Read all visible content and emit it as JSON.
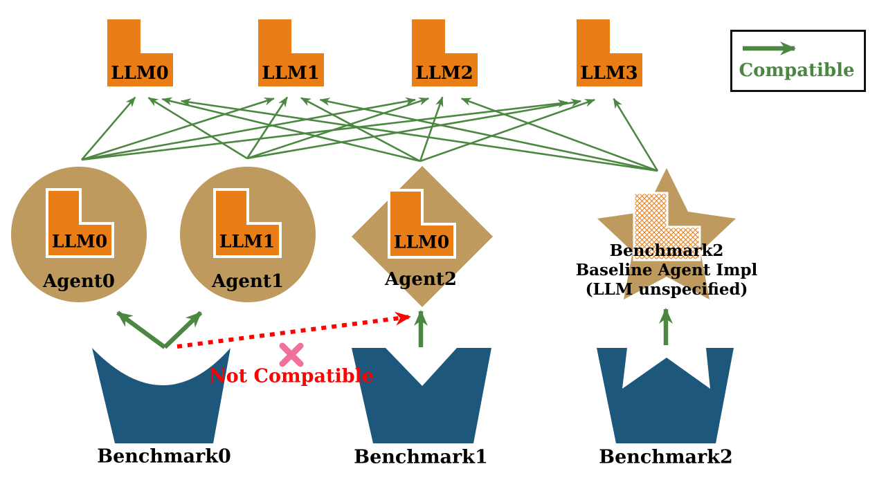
{
  "llms": [
    {
      "id": "llm0",
      "label": "LLM0"
    },
    {
      "id": "llm1",
      "label": "LLM1"
    },
    {
      "id": "llm2",
      "label": "LLM2"
    },
    {
      "id": "llm3",
      "label": "LLM3"
    }
  ],
  "agents": [
    {
      "id": "agent0",
      "name": "Agent0",
      "llm": "LLM0",
      "shape": "circle"
    },
    {
      "id": "agent1",
      "name": "Agent1",
      "llm": "LLM1",
      "shape": "circle"
    },
    {
      "id": "agent2",
      "name": "Agent2",
      "llm": "LLM0",
      "shape": "diamond"
    }
  ],
  "baseline_agent": {
    "id": "baseline",
    "lines": [
      "Benchmark2",
      "Baseline Agent Impl",
      "(LLM unspecified)"
    ],
    "shape": "star",
    "llm": "unspecified"
  },
  "benchmarks": [
    {
      "id": "benchmark0",
      "name": "Benchmark0"
    },
    {
      "id": "benchmark1",
      "name": "Benchmark1"
    },
    {
      "id": "benchmark2",
      "name": "Benchmark2"
    }
  ],
  "legend": {
    "compatible": "Compatible",
    "not_compatible": "Not Compatible"
  },
  "colors": {
    "llm_orange": "#E87E15",
    "agent_tan": "#BE9A5E",
    "benchmark_blue": "#1D587C",
    "compatible_green": "#4C8742",
    "not_compatible_red": "#FE0101",
    "x_pink": "#F0709E"
  },
  "edges": {
    "agent_llm": [
      [
        "agent0",
        "llm0"
      ],
      [
        "agent0",
        "llm1"
      ],
      [
        "agent0",
        "llm2"
      ],
      [
        "agent0",
        "llm3"
      ],
      [
        "agent1",
        "llm0"
      ],
      [
        "agent1",
        "llm1"
      ],
      [
        "agent1",
        "llm2"
      ],
      [
        "agent1",
        "llm3"
      ],
      [
        "agent2",
        "llm0"
      ],
      [
        "agent2",
        "llm1"
      ],
      [
        "agent2",
        "llm2"
      ],
      [
        "agent2",
        "llm3"
      ],
      [
        "baseline",
        "llm0"
      ],
      [
        "baseline",
        "llm1"
      ],
      [
        "baseline",
        "llm2"
      ],
      [
        "baseline",
        "llm3"
      ]
    ],
    "benchmark_agent": [
      [
        "benchmark0",
        "agent0"
      ],
      [
        "benchmark0",
        "agent1"
      ],
      [
        "benchmark1",
        "agent2"
      ],
      [
        "benchmark2",
        "baseline"
      ]
    ],
    "not_compatible": [
      [
        "benchmark0",
        "agent2"
      ]
    ]
  }
}
